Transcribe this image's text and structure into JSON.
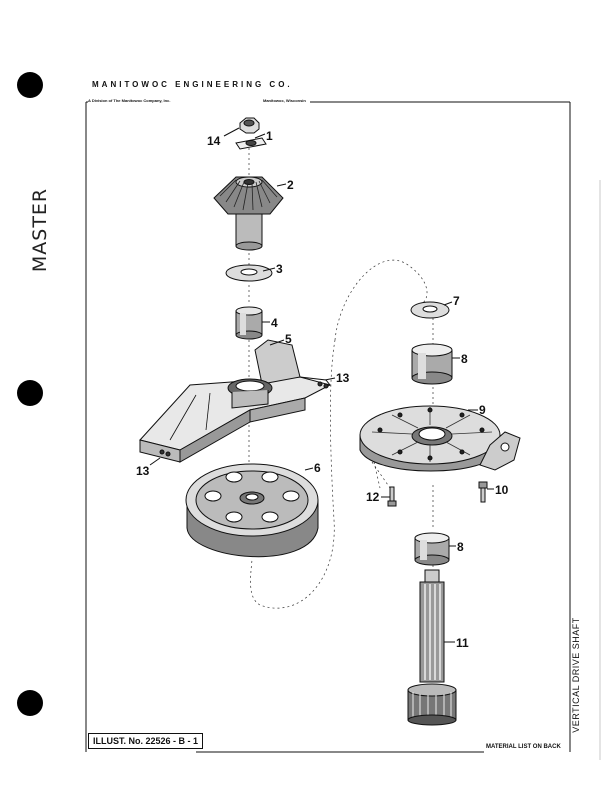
{
  "header": {
    "company": "MANITOWOC ENGINEERING CO.",
    "division": "A Division of The Manitowoc Company, Inc.",
    "location": "Manitowoc, Wisconsin"
  },
  "stamp": "MASTER",
  "footer": {
    "illustration_number": "ILLUST. No. 22526 - B - 1",
    "material_note": "MATERIAL LIST ON BACK",
    "title": "VERTICAL DRIVE SHAFT"
  },
  "callouts": [
    "1",
    "2",
    "3",
    "4",
    "5",
    "6",
    "7",
    "8",
    "9",
    "10",
    "11",
    "12",
    "13",
    "14"
  ],
  "colors": {
    "ink": "#111111",
    "paper": "#ffffff"
  }
}
